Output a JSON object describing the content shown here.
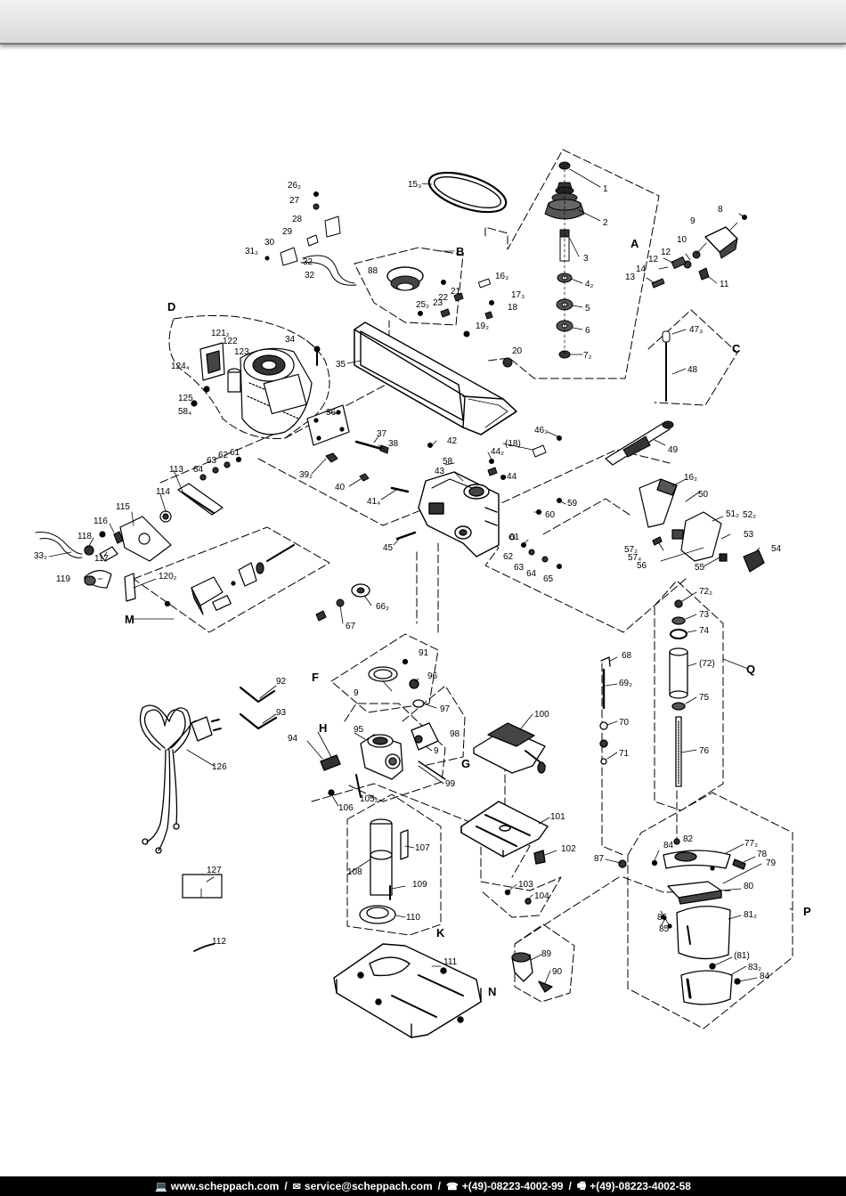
{
  "header": {},
  "footer": {
    "web": "www.scheppach.com",
    "email": "service@scheppach.com",
    "phone": "+(49)-08223-4002-99",
    "fax": "+(49)-08223-4002-58",
    "separator": "/",
    "icons": [
      "computer-icon",
      "mail-icon",
      "phone-icon",
      "fax-icon"
    ]
  },
  "groups": [
    {
      "id": "A",
      "label": "A"
    },
    {
      "id": "B",
      "label": "B"
    },
    {
      "id": "C",
      "label": "C"
    },
    {
      "id": "D",
      "label": "D"
    },
    {
      "id": "F",
      "label": "F"
    },
    {
      "id": "G",
      "label": "G"
    },
    {
      "id": "H",
      "label": "H"
    },
    {
      "id": "K",
      "label": "K"
    },
    {
      "id": "M",
      "label": "M"
    },
    {
      "id": "N",
      "label": "N"
    },
    {
      "id": "P",
      "label": "P"
    },
    {
      "id": "Q",
      "label": "Q"
    }
  ],
  "parts": [
    "1",
    "2",
    "3",
    "4₂",
    "5",
    "6",
    "7₂",
    "8",
    "9",
    "10",
    "11",
    "12",
    "12",
    "13",
    "14",
    "15₃",
    "16₃",
    "17₃",
    "18",
    "19₂",
    "20",
    "21",
    "22",
    "23",
    "25₂",
    "26₂",
    "27",
    "28",
    "29",
    "30",
    "31₂",
    "32",
    "32",
    "33₂",
    "34",
    "35",
    "36",
    "37",
    "38",
    "39₂",
    "40",
    "41₄",
    "42",
    "43",
    "44₂",
    "44",
    "45",
    "(18)",
    "46₃",
    "47₃",
    "48",
    "49",
    "16₂",
    "50",
    "51₂",
    "52₂",
    "53",
    "54",
    "55",
    "56",
    "57₄",
    "57₂",
    "58",
    "59",
    "60",
    "61",
    "61",
    "62",
    "62",
    "63",
    "63",
    "64",
    "64",
    "65",
    "66₂",
    "67",
    "68",
    "69₂",
    "70",
    "71",
    "72₂",
    "73",
    "74",
    "(72)",
    "75",
    "76",
    "77₂",
    "78",
    "79",
    "80",
    "81₂",
    "(81)",
    "82",
    "83₂",
    "84",
    "84",
    "85",
    "86",
    "87",
    "88",
    "89",
    "90",
    "9",
    "91",
    "92",
    "93",
    "94",
    "95",
    "96",
    "97",
    "9",
    "98",
    "99",
    "100",
    "101",
    "102",
    "103",
    "104",
    "105₂",
    "106",
    "107",
    "108",
    "109",
    "110",
    "111",
    "112",
    "113",
    "114",
    "115",
    "116",
    "117",
    "118",
    "119",
    "120₂",
    "121₂",
    "122",
    "123",
    "124₄",
    "58₄",
    "125",
    "126",
    "127"
  ]
}
